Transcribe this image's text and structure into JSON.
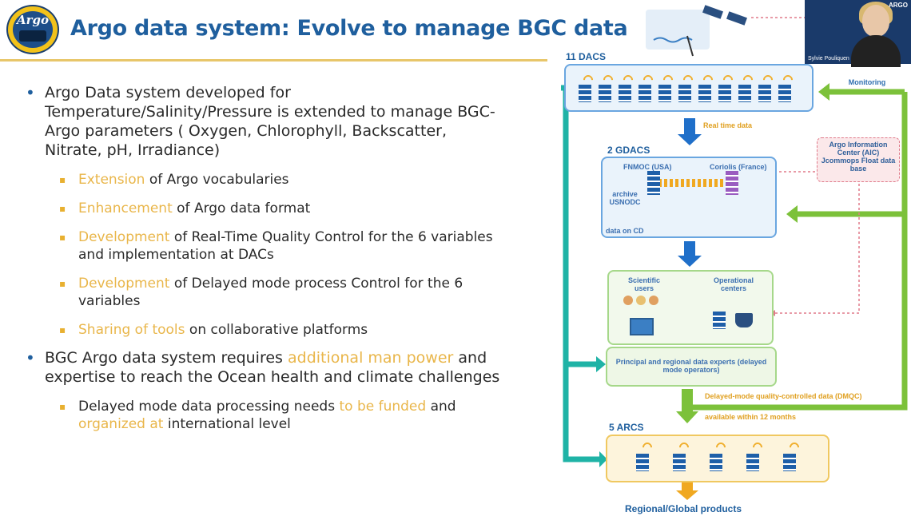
{
  "slide": {
    "logo_text": "Argo",
    "title": "Argo data system: Evolve to manage BGC data",
    "bullets": {
      "main1": "Argo Data system developed for Temperature/Salinity/Pressure is extended to manage BGC-Argo parameters ( Oxygen, Chlorophyll, Backscatter, Nitrate, pH, Irradiance)",
      "sub": [
        {
          "hl": "Extension",
          "rest": " of Argo vocabularies"
        },
        {
          "hl": "Enhancement",
          "rest": " of Argo data format"
        },
        {
          "hl": "Development",
          "rest": " of Real-Time Quality Control for the 6 variables and implementation at DACs"
        },
        {
          "hl": "Development",
          "rest": " of Delayed mode process Control for the 6 variables"
        },
        {
          "hl": "Sharing of tools",
          "rest": " on collaborative platforms"
        }
      ],
      "main2_a": "BGC Argo data system requires ",
      "main2_hl": "additional man power",
      "main2_b": " and expertise to reach the Ocean health and climate challenges",
      "sub_last_a": "Delayed mode data processing needs ",
      "sub_last_hl1": "to be funded",
      "sub_last_b": " and ",
      "sub_last_hl2": "organized at",
      "sub_last_c": "  international level"
    }
  },
  "diagram": {
    "dacs": "11 DACS",
    "monitoring": "Monitoring",
    "real_time": "Real time data",
    "gdacs": "2 GDACS",
    "fnmoc": "FNMOC (USA)",
    "coriolis": "Coriolis (France)",
    "archive": "archive USNODC",
    "data_cd": "data on CD",
    "aic": "Argo Information Center (AIC) Jcommops Float data base",
    "scientific": "Scientific users",
    "operational": "Operational centers",
    "experts": "Principal and regional data experts (delayed mode operators)",
    "dmqc": "Delayed-mode quality-controlled data (DMQC)",
    "available": "available within 12 months",
    "arcs": "5 ARCS",
    "products": "Regional/Global products"
  },
  "video": {
    "presenter": "Sylvie Pouliquen",
    "corner_text": "ARGO"
  },
  "colors": {
    "title": "#1f5f9e",
    "highlight": "#e9b64a",
    "teal_arrow": "#1fb3a6",
    "green_arrow": "#7cc13a",
    "blue_arrow": "#1f6fc9"
  }
}
